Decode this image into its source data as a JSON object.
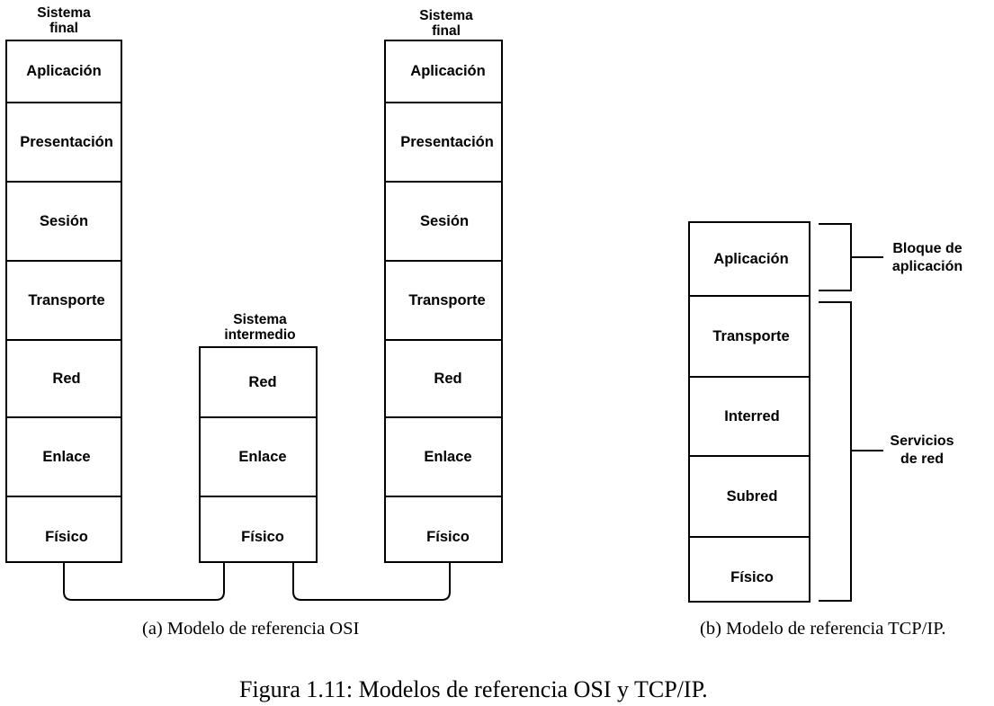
{
  "osi": {
    "end_system_left": {
      "label_line1": "Sistema",
      "label_line2": "final",
      "layers": [
        "Aplicación",
        "Presentación",
        "Sesión",
        "Transporte",
        "Red",
        "Enlace",
        "Físico"
      ]
    },
    "intermediate_system": {
      "label_line1": "Sistema",
      "label_line2": "intermedio",
      "layers": [
        "Red",
        "Enlace",
        "Físico"
      ]
    },
    "end_system_right": {
      "label_line1": "Sistema",
      "label_line2": "final",
      "layers": [
        "Aplicación",
        "Presentación",
        "Sesión",
        "Transporte",
        "Red",
        "Enlace",
        "Físico"
      ]
    },
    "caption": "(a)  Modelo de referencia OSI"
  },
  "tcpip": {
    "layers": [
      "Aplicación",
      "Transporte",
      "Interred",
      "Subred",
      "Físico"
    ],
    "brace_top": {
      "line1": "Bloque de",
      "line2": "aplicación"
    },
    "brace_bottom": {
      "line1": "Servicios",
      "line2": "de red"
    },
    "caption": "(b)  Modelo de referencia TCP/IP."
  },
  "figure_caption": "Figura 1.11: Modelos de referencia OSI y TCP/IP."
}
